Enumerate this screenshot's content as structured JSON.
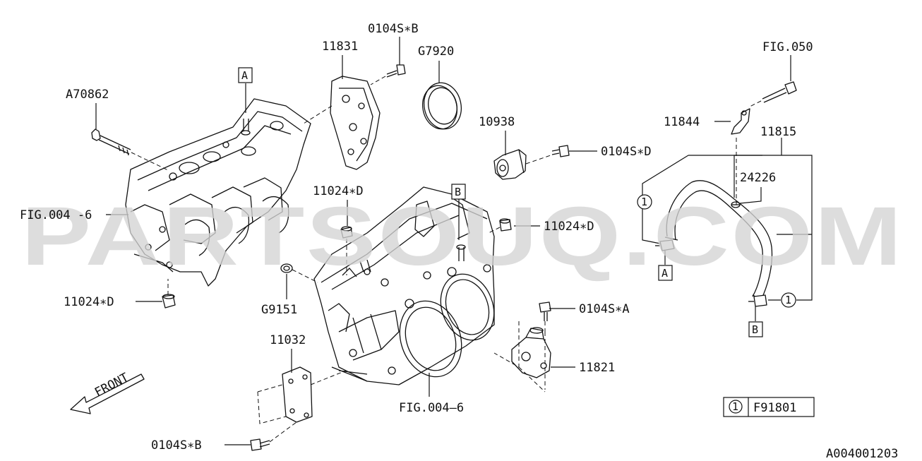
{
  "watermark": "PARTSOUQ.COM",
  "diagram_id": "A004001203",
  "front_label": "FRONT",
  "callouts": {
    "c_0104S_B_top": "0104S∗B",
    "c_11831": "11831",
    "c_G7920": "G7920",
    "c_A70862": "A70862",
    "c_10938": "10938",
    "c_0104S_D": "0104S∗D",
    "c_FIG004_6_left": "FIG.004 -6",
    "c_11024_D_mid": "11024∗D",
    "c_11024_D_right": "11024∗D",
    "c_11024_D_left": "11024∗D",
    "c_G9151": "G9151",
    "c_0104S_A": "0104S∗A",
    "c_11032": "11032",
    "c_11821": "11821",
    "c_FIG004_6_bottom": "FIG.004–6",
    "c_0104S_B_bottom": "0104S∗B",
    "c_FIG050": "FIG.050",
    "c_11844": "11844",
    "c_11815": "11815",
    "c_24226": "24226"
  },
  "markers": {
    "a_top": "A",
    "b_top": "B",
    "a_right": "A",
    "b_right": "B",
    "circle_one": "1"
  },
  "legend": {
    "ref_number": "1",
    "part_code": "F91801"
  }
}
